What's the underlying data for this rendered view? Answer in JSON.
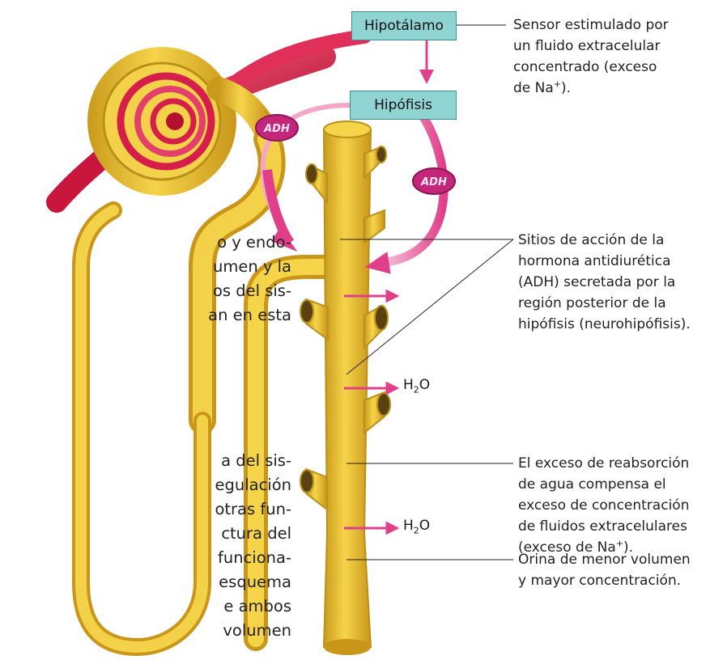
{
  "boxes": {
    "hypothalamus": "Hipotálamo",
    "pituitary": "Hipófisis"
  },
  "hormone_badges": [
    "ADH",
    "ADH"
  ],
  "annotations": {
    "sensor": {
      "lines": [
        "Sensor estimulado por",
        "un fluido extracelular",
        "concentrado (exceso",
        "de Na"
      ],
      "sup": "+",
      "tail": ")."
    },
    "adh_sites": {
      "lines": [
        "Sitios de acción de la",
        "hormona antidiurética",
        "(ADH) secretada por la",
        "región posterior de la",
        "hipófisis (neurohipófisis)."
      ]
    },
    "reabsorption": {
      "lines": [
        "El exceso de reabsorción",
        "de agua compensa el",
        "exceso de concentración",
        "de fluidos extracelulares",
        "(exceso de Na"
      ],
      "sup": "+",
      "tail": ")."
    },
    "urine": {
      "lines": [
        "Orina de menor volumen",
        "y mayor concentración."
      ]
    }
  },
  "water_label": {
    "main": "H",
    "sub": "2",
    "end": "O"
  },
  "body_text": {
    "para1": [
      "o y endo-",
      "umen y la",
      "os del sis-",
      "an en esta"
    ],
    "para2": [
      "a del sis-",
      "egulación",
      "otras fun-",
      "ctura del",
      "funciona-",
      "esquema",
      "e ambos",
      "volumen"
    ]
  },
  "colors": {
    "tubule": "#e8c030",
    "tubule_dark": "#b8901a",
    "vessel": "#d61e4a",
    "hormone": "#e0408a",
    "box_fill": "#8fd3d3"
  }
}
